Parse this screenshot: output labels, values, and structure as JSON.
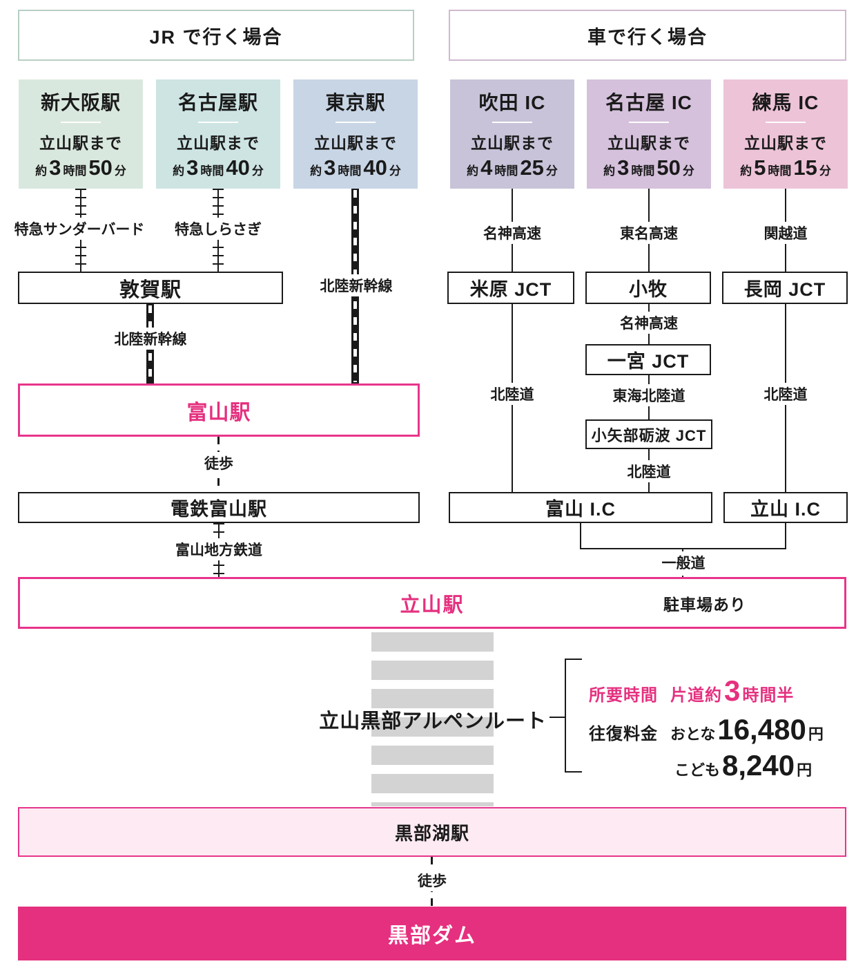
{
  "colors": {
    "pink": "#e5307f",
    "pink_border": "#e8348a",
    "light_pink_bg": "#fdeaf2",
    "gray_stripe": "#d3d3d3",
    "jr_header_border": "#b7cfc3",
    "car_header_border": "#cfb9cf"
  },
  "headers": {
    "jr": "JR で行く場合",
    "car": "車で行く場合"
  },
  "origins": [
    {
      "name": "新大阪駅",
      "dest": "立山駅まで",
      "approx": "約",
      "hours": "3",
      "hours_unit": "時間",
      "mins": "50",
      "mins_unit": "分",
      "bg": "#d9e8de"
    },
    {
      "name": "名古屋駅",
      "dest": "立山駅まで",
      "approx": "約",
      "hours": "3",
      "hours_unit": "時間",
      "mins": "40",
      "mins_unit": "分",
      "bg": "#cde4e3"
    },
    {
      "name": "東京駅",
      "dest": "立山駅まで",
      "approx": "約",
      "hours": "3",
      "hours_unit": "時間",
      "mins": "40",
      "mins_unit": "分",
      "bg": "#c8d5e5"
    },
    {
      "name": "吹田 IC",
      "dest": "立山駅まで",
      "approx": "約",
      "hours": "4",
      "hours_unit": "時間",
      "mins": "25",
      "mins_unit": "分",
      "bg": "#c8c3d9"
    },
    {
      "name": "名古屋 IC",
      "dest": "立山駅まで",
      "approx": "約",
      "hours": "3",
      "hours_unit": "時間",
      "mins": "50",
      "mins_unit": "分",
      "bg": "#d5c1dc"
    },
    {
      "name": "練馬 IC",
      "dest": "立山駅まで",
      "approx": "約",
      "hours": "5",
      "hours_unit": "時間",
      "mins": "15",
      "mins_unit": "分",
      "bg": "#edc3d7"
    }
  ],
  "route_labels": {
    "thunderbird": "特急サンダーバード",
    "shirasagi": "特急しらさぎ",
    "shinkansen_tokyo": "北陸新幹線",
    "shinkansen_tsuruga": "北陸新幹線",
    "meishin": "名神高速",
    "tomei": "東名高速",
    "kanetsu": "関越道",
    "meishin2": "名神高速",
    "hokuriku_left": "北陸道",
    "tokai_hokuriku": "東海北陸道",
    "hokuriku_right": "北陸道",
    "hokuriku_mid": "北陸道",
    "walk_toyama": "徒歩",
    "chitetsu": "富山地方鉄道",
    "ippan": "一般道",
    "walk_kurobe": "徒歩"
  },
  "stations": {
    "tsuruga": "敦賀駅",
    "maibara": "米原 JCT",
    "komaki": "小牧",
    "nagaoka": "長岡 JCT",
    "ichinomiya": "一宮 JCT",
    "oyabe": "小矢部砺波 JCT",
    "toyama": "富山駅",
    "dentetsu": "電鉄富山駅",
    "toyama_ic": "富山 I.C",
    "tateyama_ic": "立山 I.C",
    "tateyama": "立山駅",
    "parking": "駐車場あり",
    "kurobeko": "黒部湖駅",
    "kurobe_dam": "黒部ダム"
  },
  "alpen": {
    "label": "立山黒部アルペンルート",
    "time_label": "所要時間",
    "time_prefix": "片道約",
    "time_value": "3",
    "time_suffix": "時間半",
    "fare_label": "往復料金",
    "adult_label": "おとな",
    "adult_value": "16,480",
    "adult_unit": "円",
    "child_label": "こども",
    "child_value": "8,240",
    "child_unit": "円"
  }
}
